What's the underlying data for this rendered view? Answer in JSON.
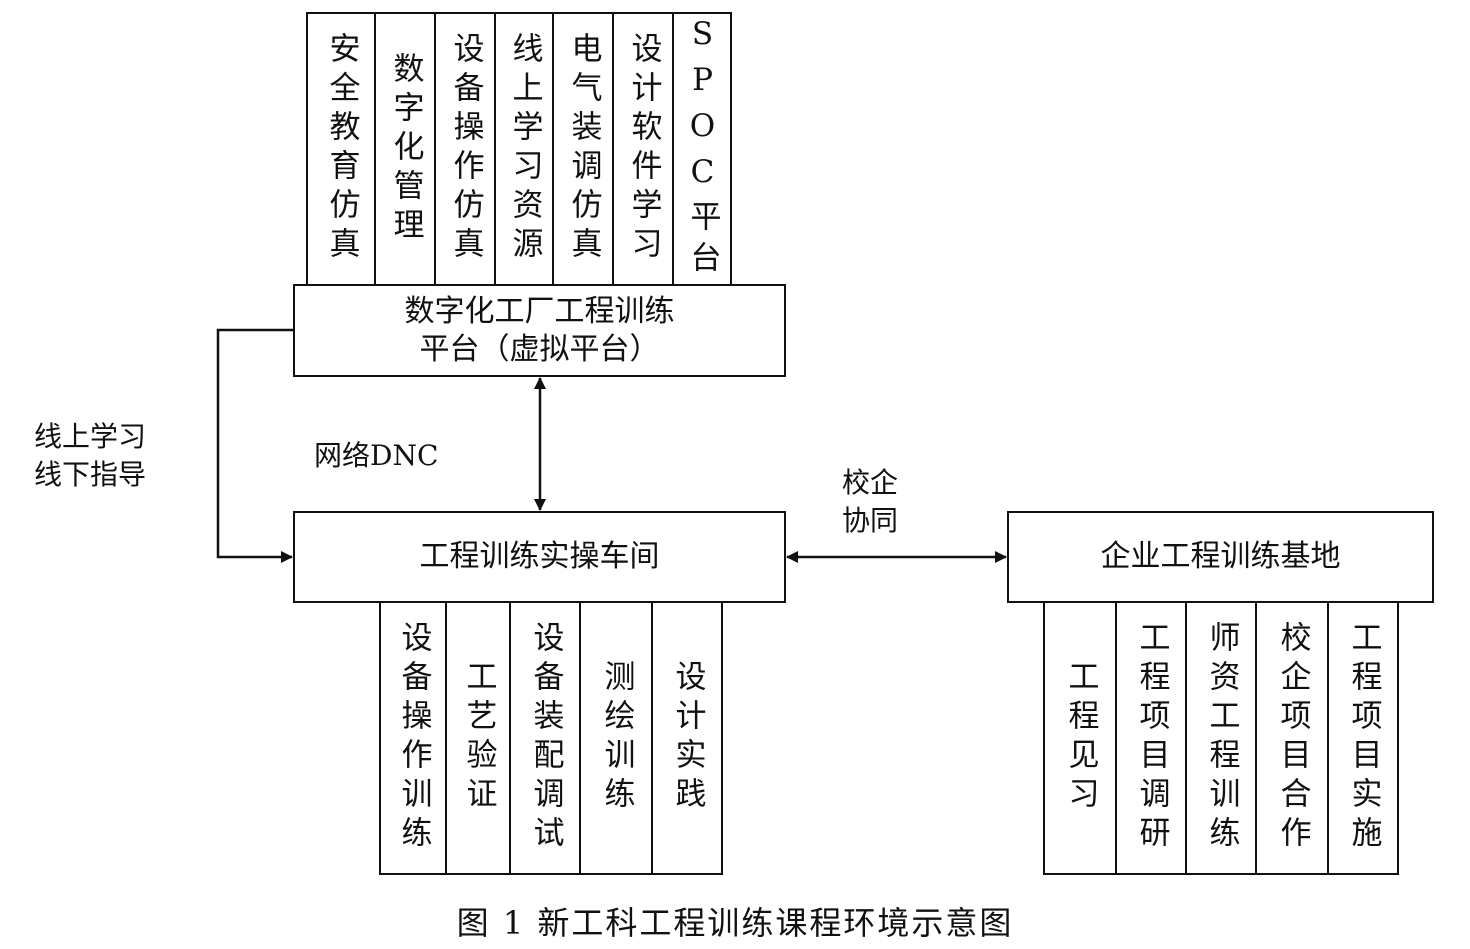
{
  "top_columns": [
    "安全教育仿真",
    "数字化管理",
    "设备操作仿真",
    "线上学习资源",
    "电气装调仿真",
    "设计软件学习",
    "SPOC平台"
  ],
  "platform": {
    "line1": "数字化工厂工程训练",
    "line2": "平台（虚拟平台）"
  },
  "workshop": {
    "label": "工程训练实操车间"
  },
  "enterprise": {
    "label": "企业工程训练基地"
  },
  "workshop_columns": [
    "设备操作训练",
    "工艺验证",
    "设备装配调试",
    "测绘训练",
    "设计实践"
  ],
  "enterprise_columns": [
    "工程见习",
    "工程项目调研",
    "师资工程训练",
    "校企项目合作",
    "工程项目实施"
  ],
  "labels": {
    "online_line1": "线上学习",
    "online_line2": "线下指导",
    "network": "网络DNC",
    "coop_line1": "校企",
    "coop_line2": "协同"
  },
  "caption": "图 1  新工科工程训练课程环境示意图"
}
